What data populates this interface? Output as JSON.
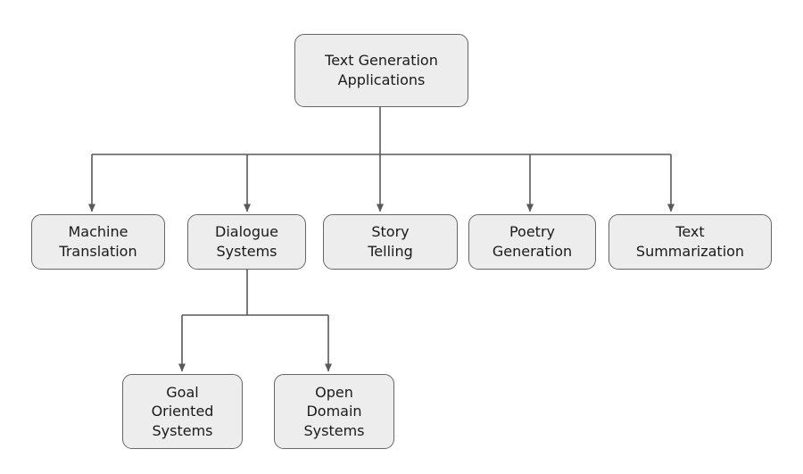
{
  "diagram": {
    "nodes": {
      "root": {
        "label": "Text Generation\nApplications"
      },
      "machine_translation": {
        "label": "Machine\nTranslation"
      },
      "dialogue_systems": {
        "label": "Dialogue\nSystems"
      },
      "story_telling": {
        "label": "Story\nTelling"
      },
      "poetry_generation": {
        "label": "Poetry\nGeneration"
      },
      "text_summarization": {
        "label": "Text\nSummarization"
      },
      "goal_oriented": {
        "label": "Goal\nOriented\nSystems"
      },
      "open_domain": {
        "label": "Open\nDomain\nSystems"
      }
    },
    "edges": [
      {
        "from": "root",
        "to": "machine_translation"
      },
      {
        "from": "root",
        "to": "dialogue_systems"
      },
      {
        "from": "root",
        "to": "story_telling"
      },
      {
        "from": "root",
        "to": "poetry_generation"
      },
      {
        "from": "root",
        "to": "text_summarization"
      },
      {
        "from": "dialogue_systems",
        "to": "goal_oriented"
      },
      {
        "from": "dialogue_systems",
        "to": "open_domain"
      }
    ]
  },
  "colors": {
    "node_fill": "#ededed",
    "node_border": "#666666",
    "connector": "#595959",
    "text": "#1a1a1a",
    "background": "#ffffff"
  }
}
